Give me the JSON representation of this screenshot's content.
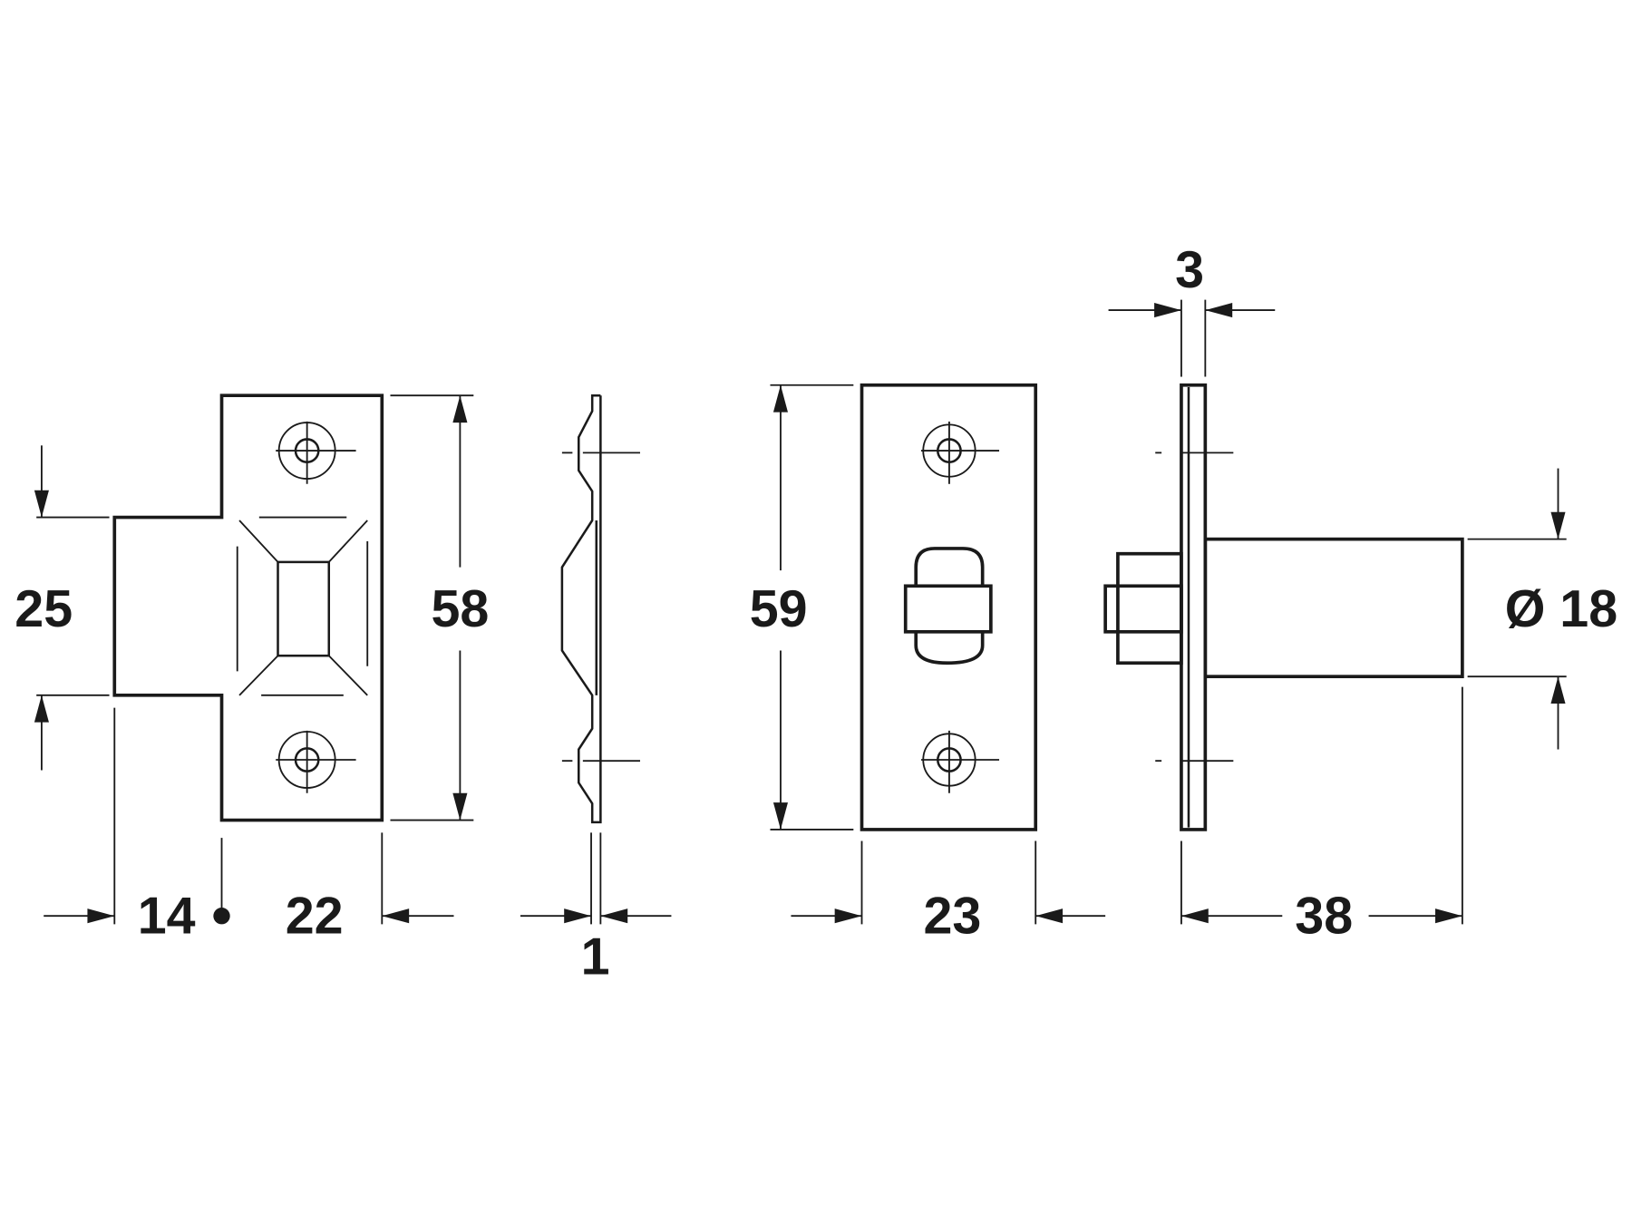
{
  "strike_plate": {
    "tongue_height": "25",
    "height": "58",
    "tongue_depth": "14",
    "width": "22"
  },
  "strike_profile": {
    "thickness": "1"
  },
  "latch_faceplate": {
    "height": "59",
    "width": "23"
  },
  "latch_side": {
    "plate_thickness": "3",
    "diameter": "Ø 18",
    "backset": "38"
  }
}
